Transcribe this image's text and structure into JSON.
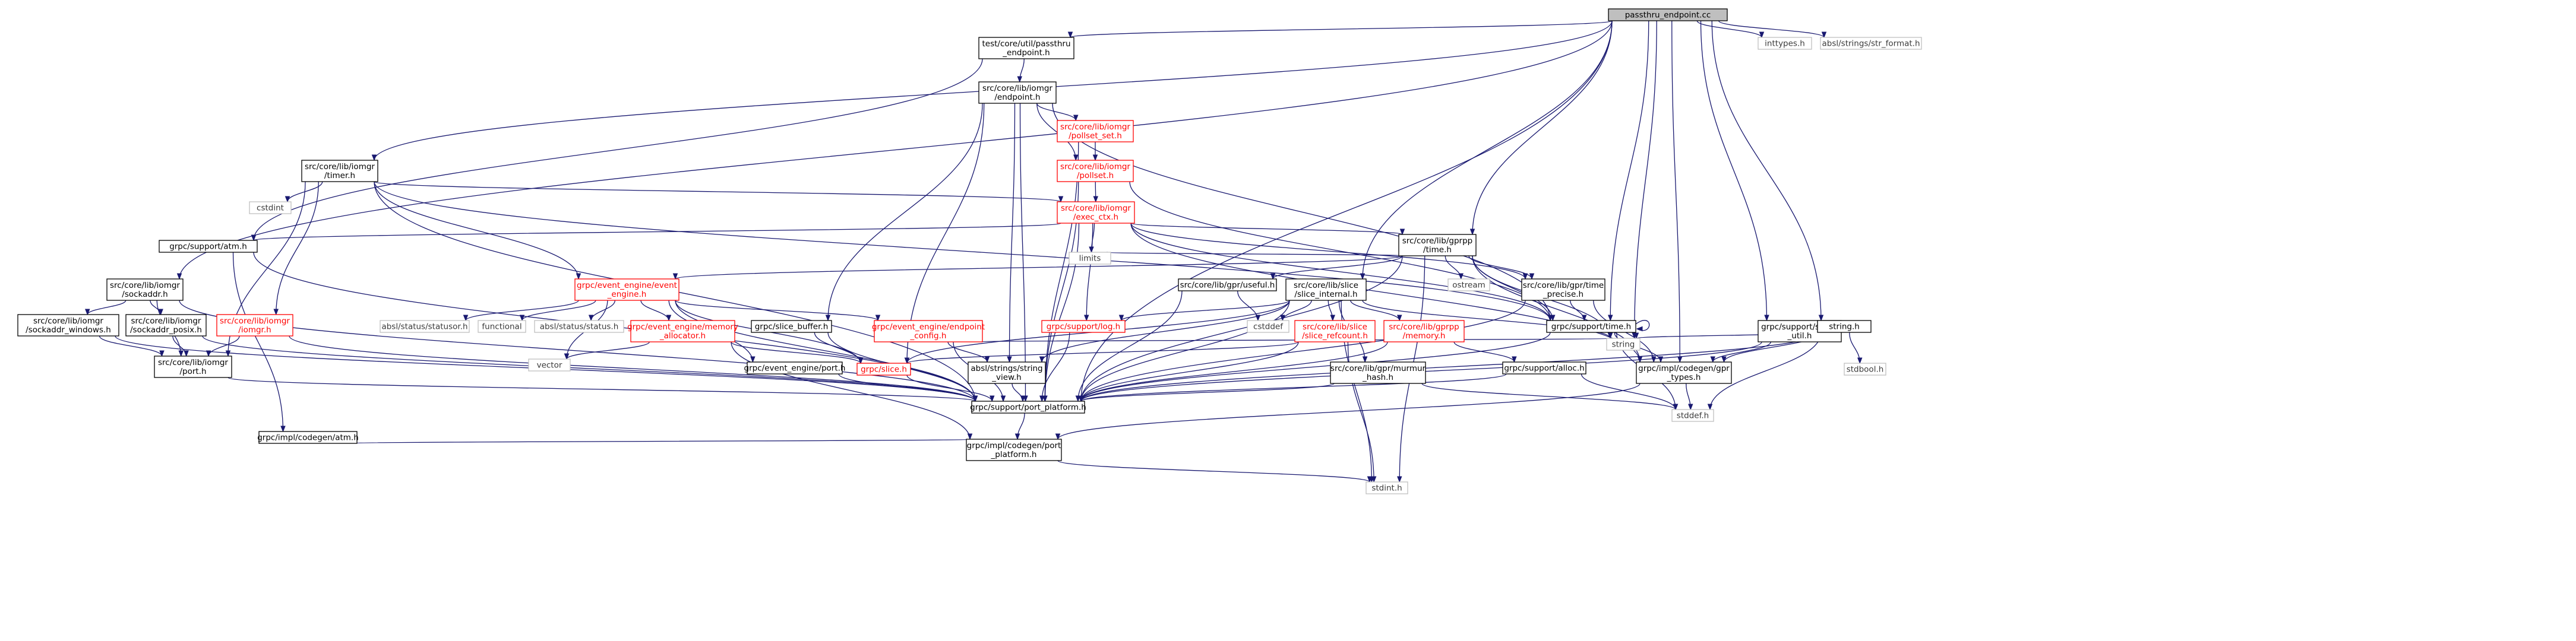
{
  "nodes": [
    {
      "id": "root",
      "lines": [
        "passthru_endpoint.cc"
      ],
      "style": "root"
    },
    {
      "id": "pt_endpoint_h",
      "lines": [
        "test/core/util/passthru",
        "_endpoint.h"
      ],
      "style": "black"
    },
    {
      "id": "inttypes",
      "lines": [
        "inttypes.h"
      ],
      "style": "plain"
    },
    {
      "id": "str_format",
      "lines": [
        "absl/strings/str_format.h"
      ],
      "style": "plain"
    },
    {
      "id": "endpoint_h",
      "lines": [
        "src/core/lib/iomgr",
        "/endpoint.h"
      ],
      "style": "black"
    },
    {
      "id": "pollset_set",
      "lines": [
        "src/core/lib/iomgr",
        "/pollset_set.h"
      ],
      "style": "red"
    },
    {
      "id": "pollset",
      "lines": [
        "src/core/lib/iomgr",
        "/pollset.h"
      ],
      "style": "red"
    },
    {
      "id": "timer_h",
      "lines": [
        "src/core/lib/iomgr",
        "/timer.h"
      ],
      "style": "black"
    },
    {
      "id": "cstdint",
      "lines": [
        "cstdint"
      ],
      "style": "plain"
    },
    {
      "id": "exec_ctx",
      "lines": [
        "src/core/lib/iomgr",
        "/exec_ctx.h"
      ],
      "style": "red"
    },
    {
      "id": "atm_h",
      "lines": [
        "grpc/support/atm.h"
      ],
      "style": "black"
    },
    {
      "id": "gprpp_time",
      "lines": [
        "src/core/lib/gprpp",
        "/time.h"
      ],
      "style": "black"
    },
    {
      "id": "sockaddr",
      "lines": [
        "src/core/lib/iomgr",
        "/sockaddr.h"
      ],
      "style": "black"
    },
    {
      "id": "sockaddr_win",
      "lines": [
        "src/core/lib/iomgr",
        "/sockaddr_windows.h"
      ],
      "style": "black"
    },
    {
      "id": "sockaddr_posix",
      "lines": [
        "src/core/lib/iomgr",
        "/sockaddr_posix.h"
      ],
      "style": "black"
    },
    {
      "id": "iomgr_h",
      "lines": [
        "src/core/lib/iomgr",
        "/iomgr.h"
      ],
      "style": "red"
    },
    {
      "id": "iomgr_port",
      "lines": [
        "src/core/lib/iomgr",
        "/port.h"
      ],
      "style": "black"
    },
    {
      "id": "event_engine",
      "lines": [
        "grpc/event_engine/event",
        "_engine.h"
      ],
      "style": "red"
    },
    {
      "id": "statusor",
      "lines": [
        "absl/status/statusor.h"
      ],
      "style": "plain"
    },
    {
      "id": "functional",
      "lines": [
        "functional"
      ],
      "style": "plain"
    },
    {
      "id": "status_h",
      "lines": [
        "absl/status/status.h"
      ],
      "style": "plain"
    },
    {
      "id": "mem_alloc",
      "lines": [
        "grpc/event_engine/memory",
        "_allocator.h"
      ],
      "style": "red"
    },
    {
      "id": "vector",
      "lines": [
        "vector"
      ],
      "style": "plain"
    },
    {
      "id": "ee_port",
      "lines": [
        "grpc/event_engine/port.h"
      ],
      "style": "black"
    },
    {
      "id": "slice_buffer",
      "lines": [
        "grpc/slice_buffer.h"
      ],
      "style": "black"
    },
    {
      "id": "ep_config",
      "lines": [
        "grpc/event_engine/endpoint",
        "_config.h"
      ],
      "style": "red"
    },
    {
      "id": "slice_h",
      "lines": [
        "grpc/slice.h"
      ],
      "style": "red"
    },
    {
      "id": "string_view",
      "lines": [
        "absl/strings/string",
        "_view.h"
      ],
      "style": "black"
    },
    {
      "id": "log_h",
      "lines": [
        "grpc/support/log.h"
      ],
      "style": "red"
    },
    {
      "id": "limits",
      "lines": [
        "limits"
      ],
      "style": "plain"
    },
    {
      "id": "useful",
      "lines": [
        "src/core/lib/gpr/useful.h"
      ],
      "style": "black"
    },
    {
      "id": "slice_internal",
      "lines": [
        "src/core/lib/slice",
        "/slice_internal.h"
      ],
      "style": "black"
    },
    {
      "id": "cstddef",
      "lines": [
        "cstddef"
      ],
      "style": "plain"
    },
    {
      "id": "slice_refcount",
      "lines": [
        "src/core/lib/slice",
        "/slice_refcount.h"
      ],
      "style": "red"
    },
    {
      "id": "gprpp_memory",
      "lines": [
        "src/core/lib/gprpp",
        "/memory.h"
      ],
      "style": "red"
    },
    {
      "id": "murmur",
      "lines": [
        "src/core/lib/gpr/murmur",
        "_hash.h"
      ],
      "style": "black"
    },
    {
      "id": "ostream",
      "lines": [
        "ostream"
      ],
      "style": "plain"
    },
    {
      "id": "time_precise",
      "lines": [
        "src/core/lib/gpr/time",
        "_precise.h"
      ],
      "style": "black"
    },
    {
      "id": "support_time",
      "lines": [
        "grpc/support/time.h"
      ],
      "style": "black"
    },
    {
      "id": "alloc_h",
      "lines": [
        "grpc/support/alloc.h"
      ],
      "style": "black"
    },
    {
      "id": "gpr_types",
      "lines": [
        "grpc/impl/codegen/gpr",
        "_types.h"
      ],
      "style": "black"
    },
    {
      "id": "string",
      "lines": [
        "string"
      ],
      "style": "plain"
    },
    {
      "id": "string_util",
      "lines": [
        "grpc/support/string",
        "_util.h"
      ],
      "style": "black"
    },
    {
      "id": "string_h",
      "lines": [
        "string.h"
      ],
      "style": "black"
    },
    {
      "id": "stdbool",
      "lines": [
        "stdbool.h"
      ],
      "style": "plain"
    },
    {
      "id": "stddef",
      "lines": [
        "stddef.h"
      ],
      "style": "plain"
    },
    {
      "id": "port_platform",
      "lines": [
        "grpc/support/port_platform.h"
      ],
      "style": "black"
    },
    {
      "id": "codegen_atm",
      "lines": [
        "grpc/impl/codegen/atm.h"
      ],
      "style": "black"
    },
    {
      "id": "codegen_port",
      "lines": [
        "grpc/impl/codegen/port",
        "_platform.h"
      ],
      "style": "black"
    },
    {
      "id": "stdint",
      "lines": [
        "stdint.h"
      ],
      "style": "plain"
    }
  ],
  "edges": [
    [
      "root",
      "pt_endpoint_h"
    ],
    [
      "root",
      "inttypes"
    ],
    [
      "root",
      "str_format"
    ],
    [
      "root",
      "timer_h"
    ],
    [
      "root",
      "sockaddr"
    ],
    [
      "root",
      "gprpp_time"
    ],
    [
      "root",
      "slice_internal"
    ],
    [
      "root",
      "string_util"
    ],
    [
      "root",
      "string_h"
    ],
    [
      "root",
      "support_time"
    ],
    [
      "root",
      "gpr_types"
    ],
    [
      "root",
      "port_platform"
    ],
    [
      "root",
      "string"
    ],
    [
      "pt_endpoint_h",
      "endpoint_h"
    ],
    [
      "pt_endpoint_h",
      "atm_h"
    ],
    [
      "endpoint_h",
      "pollset_set"
    ],
    [
      "endpoint_h",
      "pollset"
    ],
    [
      "endpoint_h",
      "slice_buffer"
    ],
    [
      "endpoint_h",
      "slice_h"
    ],
    [
      "endpoint_h",
      "string_view"
    ],
    [
      "endpoint_h",
      "support_time"
    ],
    [
      "endpoint_h",
      "port_platform"
    ],
    [
      "pollset_set",
      "pollset"
    ],
    [
      "pollset_set",
      "port_platform"
    ],
    [
      "pollset",
      "exec_ctx"
    ],
    [
      "pollset",
      "support_time"
    ],
    [
      "pollset",
      "port_platform"
    ],
    [
      "timer_h",
      "cstdint"
    ],
    [
      "timer_h",
      "exec_ctx"
    ],
    [
      "timer_h",
      "iomgr_h"
    ],
    [
      "timer_h",
      "iomgr_port"
    ],
    [
      "timer_h",
      "event_engine"
    ],
    [
      "timer_h",
      "support_time"
    ],
    [
      "timer_h",
      "port_platform"
    ],
    [
      "exec_ctx",
      "atm_h"
    ],
    [
      "exec_ctx",
      "gprpp_time"
    ],
    [
      "exec_ctx",
      "log_h"
    ],
    [
      "exec_ctx",
      "limits"
    ],
    [
      "exec_ctx",
      "time_precise"
    ],
    [
      "exec_ctx",
      "support_time"
    ],
    [
      "exec_ctx",
      "gpr_types"
    ],
    [
      "exec_ctx",
      "port_platform"
    ],
    [
      "atm_h",
      "codegen_atm"
    ],
    [
      "atm_h",
      "port_platform"
    ],
    [
      "gprpp_time",
      "event_engine"
    ],
    [
      "gprpp_time",
      "limits"
    ],
    [
      "gprpp_time",
      "useful"
    ],
    [
      "gprpp_time",
      "ostream"
    ],
    [
      "gprpp_time",
      "time_precise"
    ],
    [
      "gprpp_time",
      "support_time"
    ],
    [
      "gprpp_time",
      "gpr_types"
    ],
    [
      "gprpp_time",
      "string"
    ],
    [
      "gprpp_time",
      "stdint"
    ],
    [
      "gprpp_time",
      "port_platform"
    ],
    [
      "sockaddr",
      "sockaddr_win"
    ],
    [
      "sockaddr",
      "sockaddr_posix"
    ],
    [
      "sockaddr",
      "iomgr_port"
    ],
    [
      "sockaddr",
      "port_platform"
    ],
    [
      "sockaddr_win",
      "iomgr_port"
    ],
    [
      "sockaddr_win",
      "port_platform"
    ],
    [
      "sockaddr_posix",
      "iomgr_port"
    ],
    [
      "sockaddr_posix",
      "port_platform"
    ],
    [
      "iomgr_h",
      "iomgr_port"
    ],
    [
      "iomgr_h",
      "port_platform"
    ],
    [
      "iomgr_port",
      "port_platform"
    ],
    [
      "event_engine",
      "statusor"
    ],
    [
      "event_engine",
      "functional"
    ],
    [
      "event_engine",
      "status_h"
    ],
    [
      "event_engine",
      "mem_alloc"
    ],
    [
      "event_engine",
      "vector"
    ],
    [
      "event_engine",
      "ee_port"
    ],
    [
      "event_engine",
      "ep_config"
    ],
    [
      "event_engine",
      "slice_h"
    ],
    [
      "event_engine",
      "port_platform"
    ],
    [
      "mem_alloc",
      "vector"
    ],
    [
      "mem_alloc",
      "slice_h"
    ],
    [
      "mem_alloc",
      "codegen_port"
    ],
    [
      "ee_port",
      "port_platform"
    ],
    [
      "slice_buffer",
      "slice_h"
    ],
    [
      "slice_buffer",
      "port_platform"
    ],
    [
      "ep_config",
      "string_view"
    ],
    [
      "ep_config",
      "string"
    ],
    [
      "ep_config",
      "port_platform"
    ],
    [
      "slice_h",
      "port_platform"
    ],
    [
      "string_view",
      "port_platform"
    ],
    [
      "log_h",
      "port_platform"
    ],
    [
      "useful",
      "cstddef"
    ],
    [
      "useful",
      "port_platform"
    ],
    [
      "slice_internal",
      "cstddef"
    ],
    [
      "slice_internal",
      "slice_refcount"
    ],
    [
      "slice_internal",
      "gprpp_memory"
    ],
    [
      "slice_internal",
      "murmur"
    ],
    [
      "slice_internal",
      "log_h"
    ],
    [
      "slice_internal",
      "slice_h"
    ],
    [
      "slice_internal",
      "string_view"
    ],
    [
      "slice_internal",
      "string"
    ],
    [
      "slice_internal",
      "stdint"
    ],
    [
      "slice_internal",
      "port_platform"
    ],
    [
      "slice_refcount",
      "slice_h"
    ],
    [
      "slice_refcount",
      "stdint"
    ],
    [
      "slice_refcount",
      "port_platform"
    ],
    [
      "gprpp_memory",
      "alloc_h"
    ],
    [
      "gprpp_memory",
      "port_platform"
    ],
    [
      "murmur",
      "stddef"
    ],
    [
      "murmur",
      "port_platform"
    ],
    [
      "time_precise",
      "support_time"
    ],
    [
      "time_precise",
      "gpr_types"
    ],
    [
      "time_precise",
      "port_platform"
    ],
    [
      "support_time",
      "gpr_types"
    ],
    [
      "support_time",
      "stddef"
    ],
    [
      "support_time",
      "port_platform"
    ],
    [
      "support_time",
      "support_time"
    ],
    [
      "alloc_h",
      "stddef"
    ],
    [
      "alloc_h",
      "port_platform"
    ],
    [
      "gpr_types",
      "codegen_port"
    ],
    [
      "gpr_types",
      "stddef"
    ],
    [
      "string_util",
      "gpr_types"
    ],
    [
      "string_util",
      "port_platform"
    ],
    [
      "string_h",
      "stdbool"
    ],
    [
      "string_h",
      "stddef"
    ],
    [
      "string_h",
      "gpr_types"
    ],
    [
      "string_h",
      "string"
    ],
    [
      "string_h",
      "port_platform"
    ],
    [
      "port_platform",
      "codegen_port"
    ],
    [
      "codegen_atm",
      "codegen_port"
    ],
    [
      "codegen_port",
      "stdint"
    ]
  ]
}
